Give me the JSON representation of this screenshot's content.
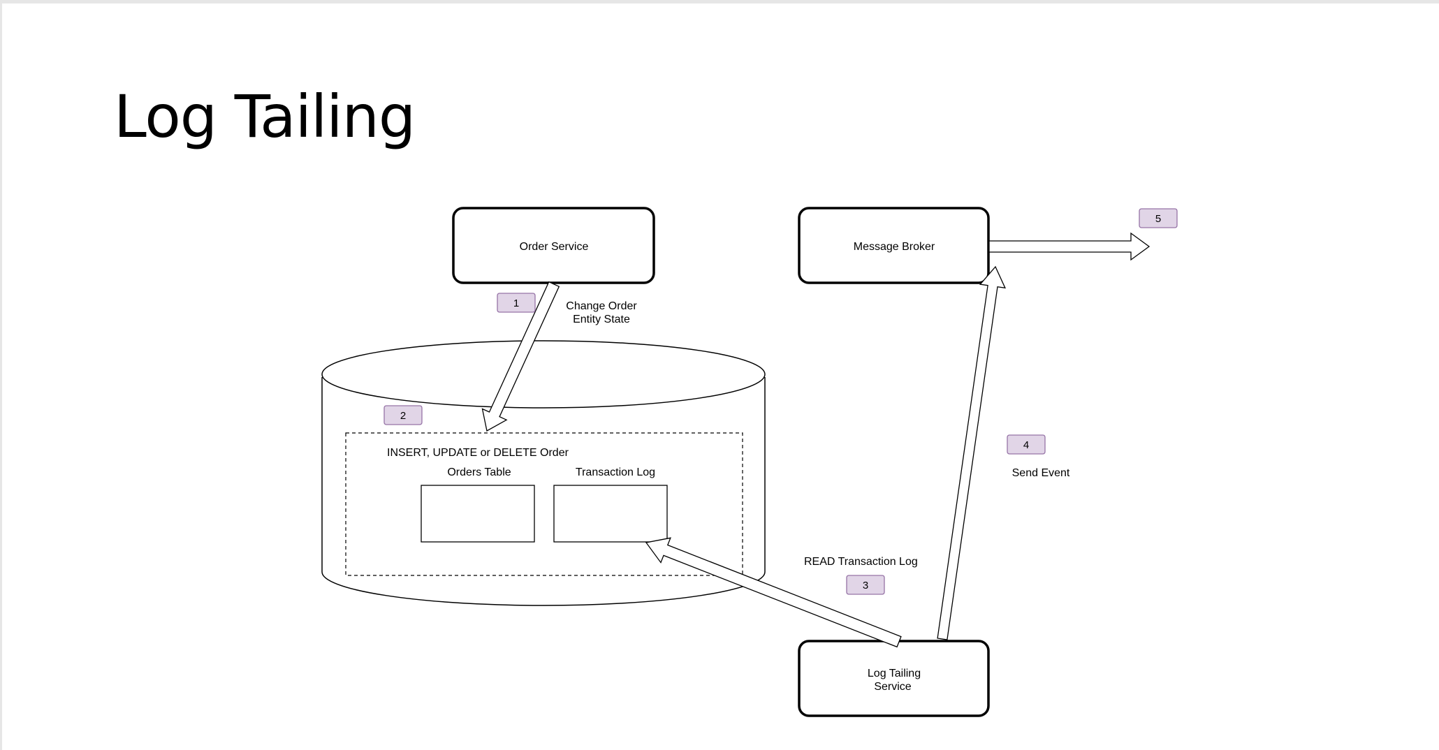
{
  "title": "Log Tailing",
  "nodes": {
    "order_service": "Order Service",
    "message_broker": "Message Broker",
    "log_tailing_service_line1": "Log Tailing",
    "log_tailing_service_line2": "Service",
    "orders_table": "Orders Table",
    "transaction_log": "Transaction Log",
    "db_operation": "INSERT, UPDATE or DELETE Order"
  },
  "edges": {
    "change_state_line1": "Change Order",
    "change_state_line2": "Entity State",
    "read_log": "READ Transaction Log",
    "send_event": "Send Event"
  },
  "steps": [
    "1",
    "2",
    "3",
    "4",
    "5"
  ],
  "colors": {
    "badge_fill": "#e1d5e7",
    "badge_stroke": "#9673a6",
    "stroke": "#000000"
  }
}
